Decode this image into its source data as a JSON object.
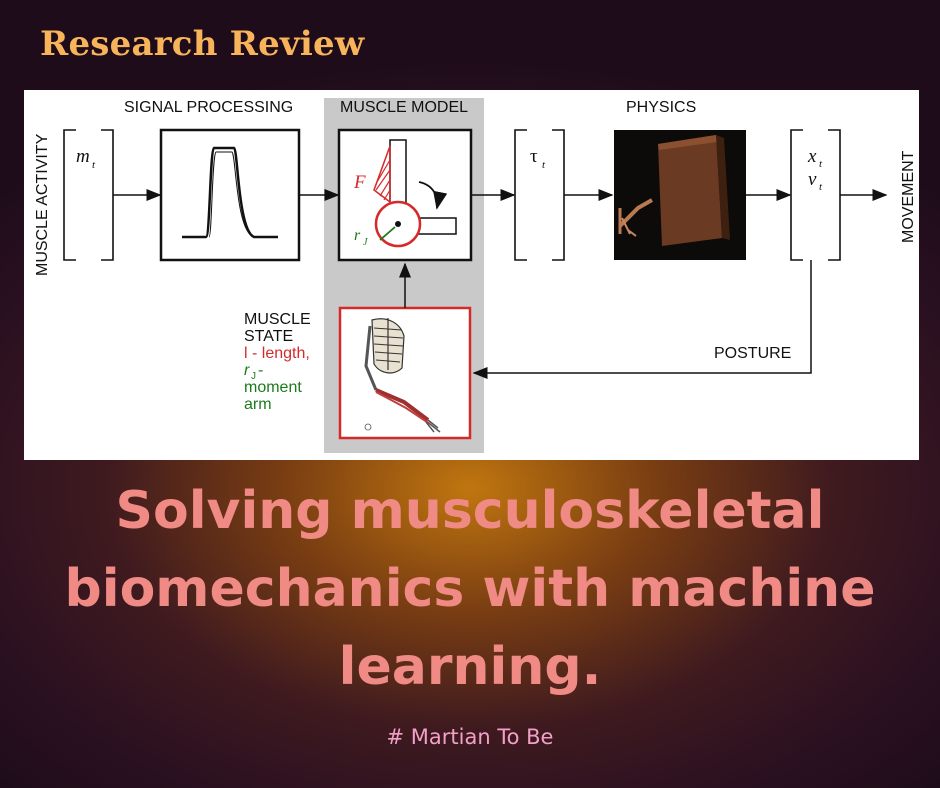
{
  "header": {
    "title": "Research Review"
  },
  "figure": {
    "labels": {
      "muscle_activity": "MUSCLE ACTIVITY",
      "signal_processing": "SIGNAL PROCESSING",
      "muscle_model": "MUSCLE MODEL",
      "physics": "PHYSICS",
      "movement": "MOVEMENT",
      "posture": "POSTURE",
      "muscle_state_line1": "MUSCLE",
      "muscle_state_line2": "STATE",
      "length_label": "l - length,",
      "moment_arm_symbol": "r",
      "moment_arm_sub": "J",
      "moment_arm_dash": " -",
      "moment_arm_line2": "moment",
      "moment_arm_line3": "arm"
    },
    "variables": {
      "m": "m",
      "m_sub": "t",
      "tau": "τ",
      "tau_sub": "t",
      "x": "x",
      "x_sub": "t",
      "v": "v",
      "v_sub": "t",
      "force": "F",
      "rj": "r",
      "rj_sub": "J"
    },
    "colors": {
      "muscle_red": "#d42a2a",
      "moment_green": "#1c7a1c",
      "model_panel_gray": "#c9c9c9"
    }
  },
  "headline": {
    "text": "Solving musculoskeletal biomechanics with machine learning."
  },
  "credit": {
    "text": "# Martian To Be"
  }
}
